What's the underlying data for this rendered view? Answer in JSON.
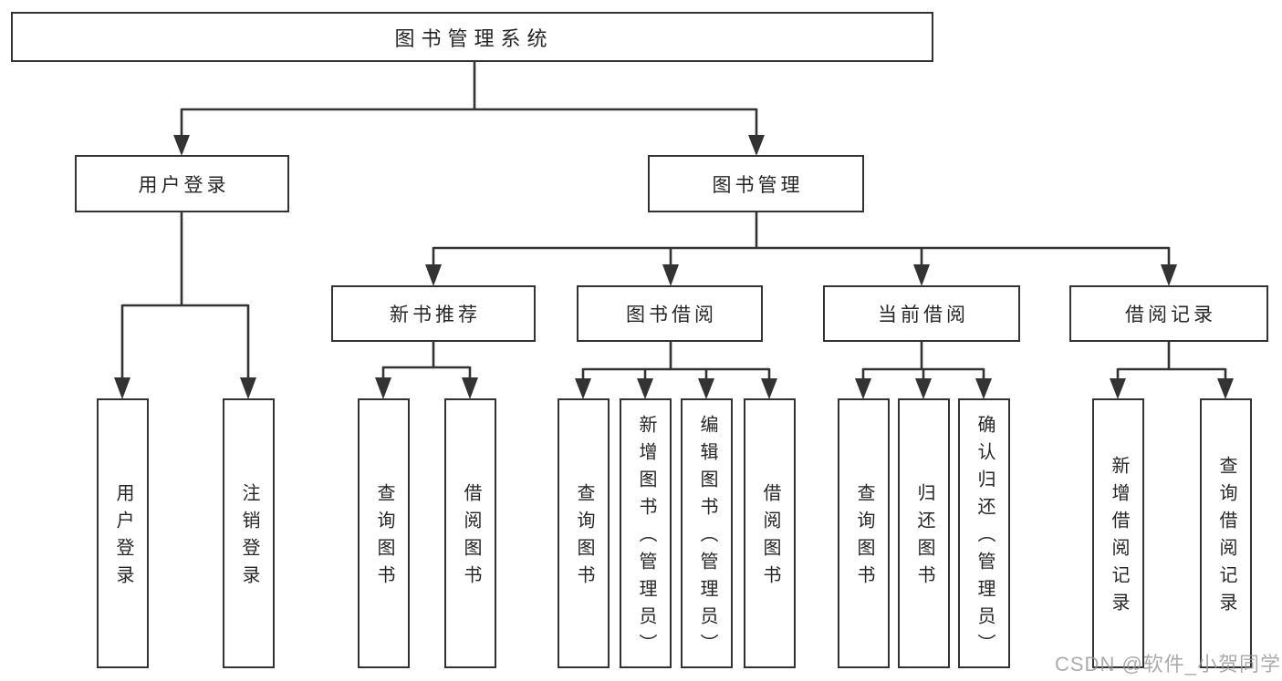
{
  "diagram_title": "图书管理系统",
  "tree": {
    "root": {
      "label": "图书管理系统"
    },
    "branches": [
      {
        "label": "用户登录",
        "children": [
          {
            "label": "用户登录"
          },
          {
            "label": "注销登录"
          }
        ]
      },
      {
        "label": "图书管理",
        "children": [
          {
            "label": "新书推荐",
            "children": [
              {
                "label": "查询图书"
              },
              {
                "label": "借阅图书"
              }
            ]
          },
          {
            "label": "图书借阅",
            "children": [
              {
                "label": "查询图书"
              },
              {
                "label": "新增图书（管理员）"
              },
              {
                "label": "编辑图书（管理员）"
              },
              {
                "label": "借阅图书"
              }
            ]
          },
          {
            "label": "当前借阅",
            "children": [
              {
                "label": "查询图书"
              },
              {
                "label": "归还图书"
              },
              {
                "label": "确认归还（管理员）"
              }
            ]
          },
          {
            "label": "借阅记录",
            "children": [
              {
                "label": "新增借阅记录"
              },
              {
                "label": "查询借阅记录"
              }
            ]
          }
        ]
      }
    ]
  },
  "watermark": {
    "text": "CSDN @软件_小贺同学"
  },
  "colors": {
    "line": "#333333",
    "text": "#262626",
    "background": "#ffffff",
    "watermark": "#969696"
  }
}
